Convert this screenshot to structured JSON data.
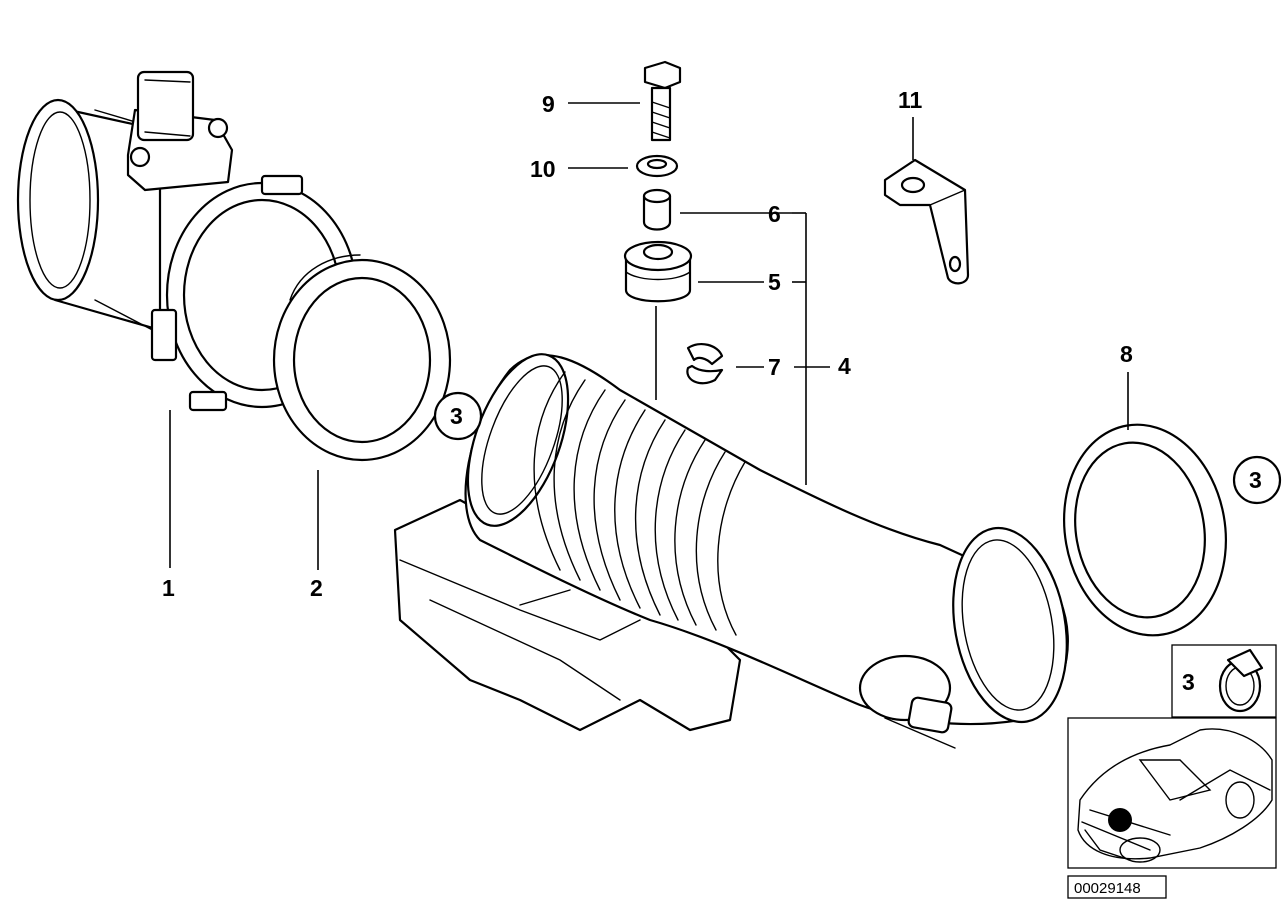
{
  "callouts": {
    "c1": "1",
    "c2": "2",
    "c3a": "3",
    "c3b": "3",
    "c3c": "3",
    "c4": "4",
    "c5": "5",
    "c6": "6",
    "c7": "7",
    "c8": "8",
    "c9": "9",
    "c10": "10",
    "c11": "11"
  },
  "diagram_code": "00029148",
  "locator_marker_color": "#000000"
}
